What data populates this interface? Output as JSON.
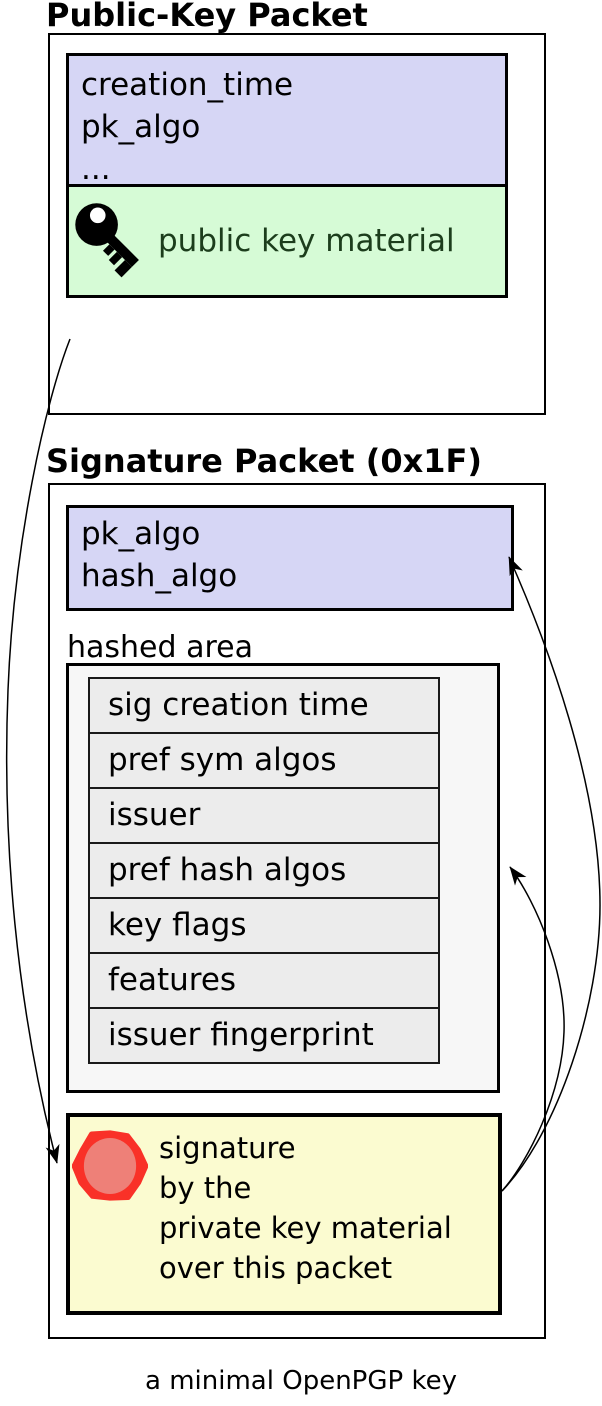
{
  "diagram": {
    "caption": "a minimal OpenPGP key"
  },
  "colors": {
    "packet_header_fill": "#d6d6f5",
    "key_material_fill": "#d6fbd6",
    "key_material_text": "#1c3d1c",
    "hashed_area_fill": "#f7f7f7",
    "subpacket_row_fill": "#ececec",
    "signature_fill": "#fbfbd0",
    "seal_ring_red": "#f93128",
    "seal_center_red": "#ee8078",
    "key_icon_black": "#000000"
  },
  "public_key_packet": {
    "title": "Public-Key Packet",
    "fields": [
      "creation_time",
      "pk_algo",
      "..."
    ],
    "key_material_label": "public key material",
    "key_icon": "key-icon"
  },
  "signature_packet": {
    "title": "Signature Packet (0x1F)",
    "fields": [
      "pk_algo",
      "hash_algo"
    ],
    "hashed_area": {
      "label": "hashed area",
      "subpackets": [
        "sig creation time",
        "pref sym algos",
        "issuer",
        "pref hash algos",
        "key flags",
        "features",
        "issuer fingerprint"
      ]
    },
    "signature_lines": [
      "signature",
      "by the",
      "private key material",
      "over this packet"
    ],
    "seal_icon": "seal-icon"
  }
}
